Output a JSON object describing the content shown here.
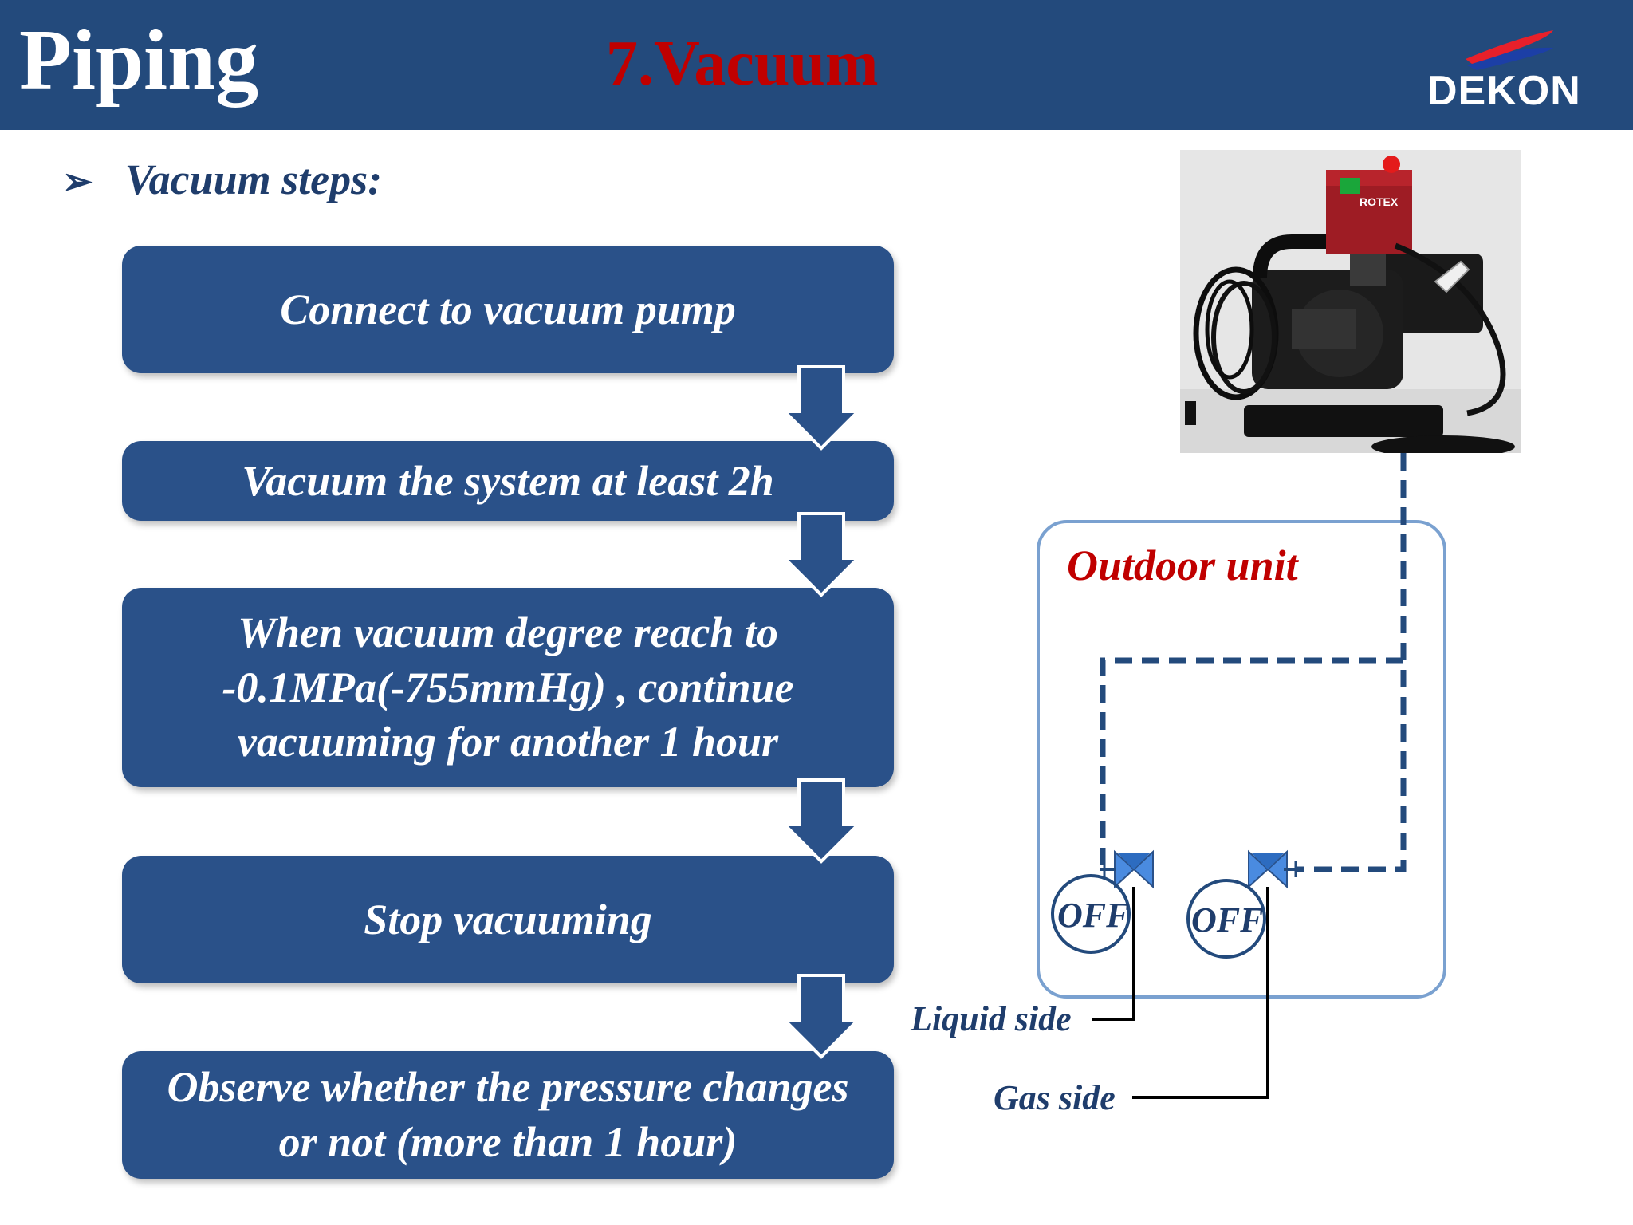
{
  "header": {
    "section_title": "Piping",
    "slide_title": "7.Vacuum",
    "logo_text": "DEKON"
  },
  "bullet": {
    "marker": "➢",
    "text": "Vacuum steps:"
  },
  "steps": [
    "Connect to vacuum pump",
    "Vacuum the system at least 2h",
    "When vacuum degree reach to\n-0.1MPa(-755mmHg) , continue\nvacuuming for another 1 hour",
    "Stop vacuuming",
    "Observe whether the pressure changes\nor not  (more than 1 hour)"
  ],
  "pump": {
    "brand_label": "ROTEX"
  },
  "diagram": {
    "unit_label": "Outdoor unit",
    "valves": [
      {
        "state": "OFF",
        "side_label": "Liquid side"
      },
      {
        "state": "OFF",
        "side_label": "Gas side"
      }
    ]
  },
  "colors": {
    "header_bg": "#234a7c",
    "step_bg": "#2a5189",
    "title_red": "#c00000",
    "text_navy": "#1f3d6c"
  }
}
